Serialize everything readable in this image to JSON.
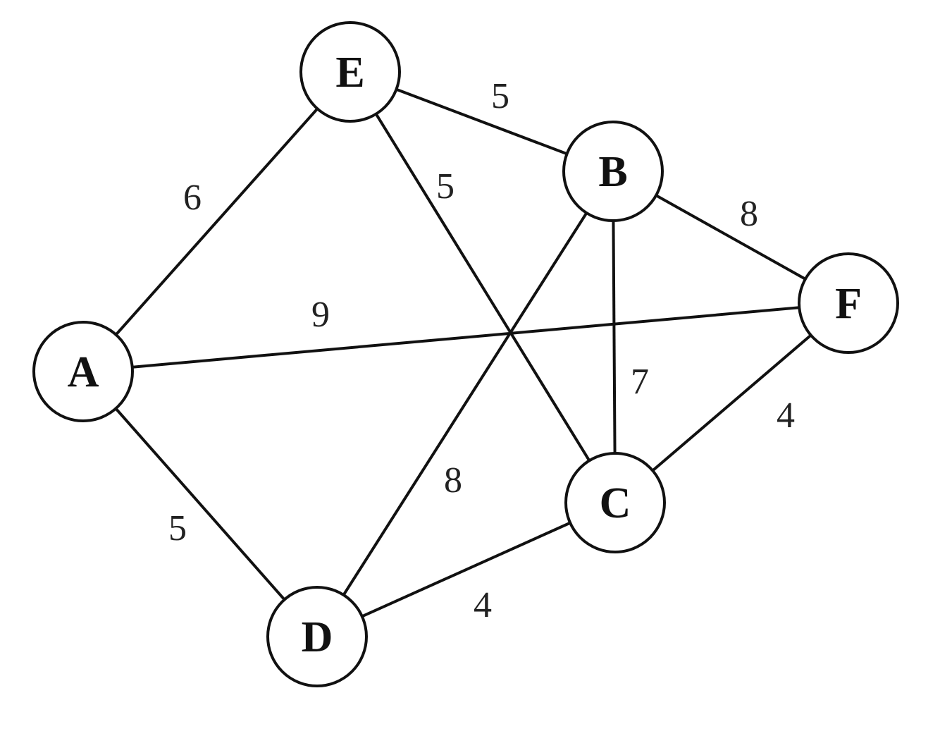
{
  "graph": {
    "nodes": [
      "A",
      "B",
      "C",
      "D",
      "E",
      "F"
    ],
    "edges": [
      {
        "from": "E",
        "to": "B",
        "weight": "5"
      },
      {
        "from": "E",
        "to": "C",
        "weight": "5"
      },
      {
        "from": "A",
        "to": "E",
        "weight": "6"
      },
      {
        "from": "A",
        "to": "F",
        "weight": "9"
      },
      {
        "from": "A",
        "to": "D",
        "weight": "5"
      },
      {
        "from": "B",
        "to": "F",
        "weight": "8"
      },
      {
        "from": "B",
        "to": "D",
        "weight": "8"
      },
      {
        "from": "B",
        "to": "C",
        "weight": "7"
      },
      {
        "from": "F",
        "to": "C",
        "weight": "4"
      },
      {
        "from": "D",
        "to": "C",
        "weight": "4"
      }
    ]
  }
}
